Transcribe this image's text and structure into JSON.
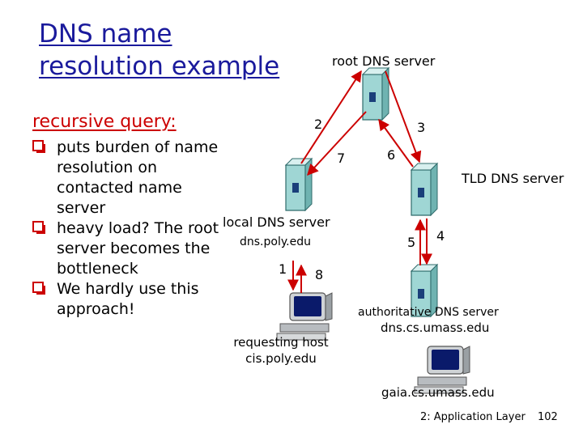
{
  "title": {
    "line1": "DNS name",
    "line2": "resolution example"
  },
  "subhead": "recursive query:",
  "bullets": [
    [
      "puts burden of name",
      "resolution on",
      "contacted name",
      "server"
    ],
    [
      "heavy load? The root",
      "server becomes the",
      "bottleneck"
    ],
    [
      "We hardly use this",
      "approach!"
    ]
  ],
  "nodes": {
    "root": "root DNS server",
    "tld": "TLD DNS server",
    "local_label": "local DNS server",
    "local_name": "dns.poly.edu",
    "auth_label": "authoritative DNS server",
    "auth_name": "dns.cs.umass.edu",
    "requesting_label": "requesting host",
    "requesting_name": "cis.poly.edu",
    "gaia": "gaia.cs.umass.edu"
  },
  "steps": [
    "1",
    "2",
    "3",
    "4",
    "5",
    "6",
    "7",
    "8"
  ],
  "footer": {
    "chapter": "2: Application Layer",
    "page": "102"
  },
  "colors": {
    "title": "#1a1a9c",
    "accent": "#cc0000",
    "server_fill": "#9fd6d4"
  },
  "icons": [
    "server-icon",
    "computer-icon"
  ]
}
